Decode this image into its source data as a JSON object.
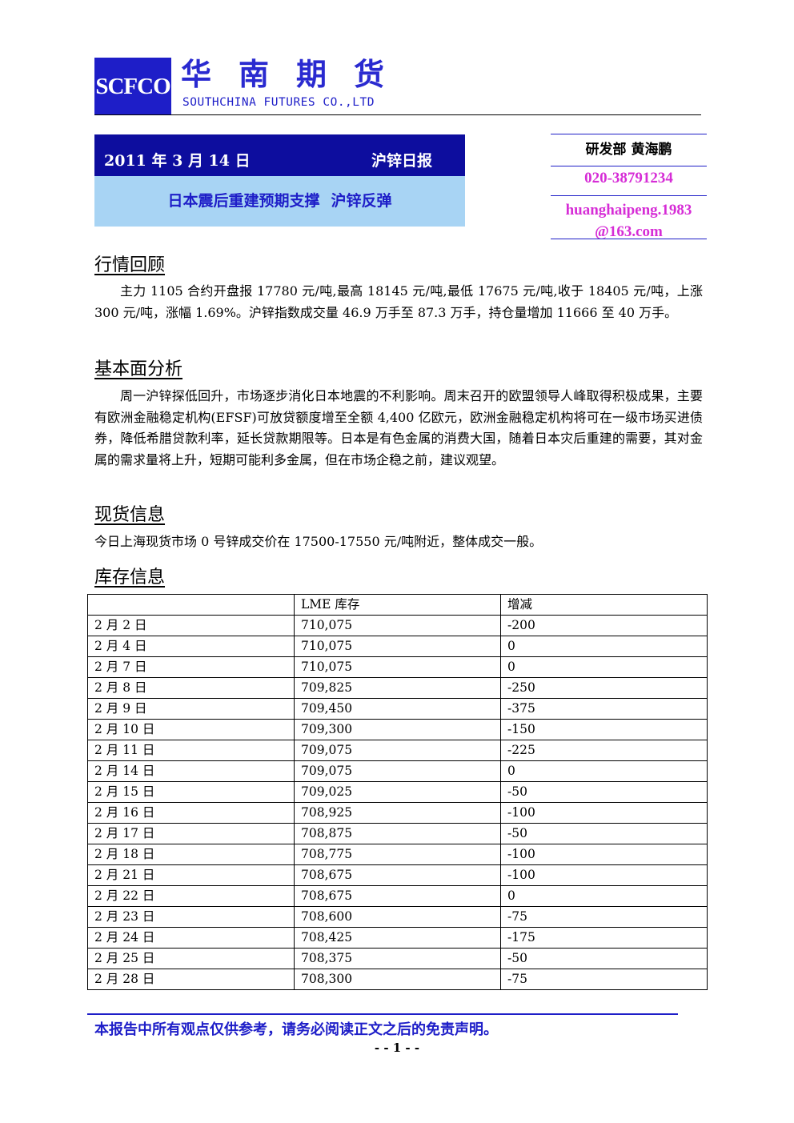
{
  "brand": {
    "logo_text": "SCFCO",
    "name_cn": "华南期货",
    "name_en": "SOUTHCHINA FUTURES CO.,LTD",
    "color_primary": "#1e1ec8",
    "color_dark": "#0d0d9e",
    "color_light": "#a8d4f4",
    "color_accent": "#d62dd6"
  },
  "report": {
    "date": "2011 年 3 月 14 日",
    "kind": "沪锌日报",
    "headline_part1": "日本震后重建预期支撑",
    "headline_part2": "沪锌反弹"
  },
  "contact": {
    "dept_name": "研发部 黄海鹏",
    "phone": "020-38791234",
    "email_line1": "huanghaipeng.1983",
    "email_line2": "@163.com"
  },
  "sections": {
    "market_review": {
      "title": "行情回顾",
      "body": "主力 1105 合约开盘报 17780 元/吨,最高 18145 元/吨,最低 17675 元/吨,收于 18405 元/吨，上涨 300 元/吨，涨幅 1.69%。沪锌指数成交量 46.9 万手至 87.3 万手，持仓量增加 11666 至 40 万手。"
    },
    "fundamentals": {
      "title": "基本面分析",
      "body": "周一沪锌探低回升，市场逐步消化日本地震的不利影响。周末召开的欧盟领导人峰取得积极成果，主要有欧洲金融稳定机构(EFSF)可放贷额度增至全额 4,400 亿欧元，欧洲金融稳定机构将可在一级市场买进债券，降低希腊贷款利率，延长贷款期限等。日本是有色金属的消费大国，随着日本灾后重建的需要，其对金属的需求量将上升，短期可能利多金属，但在市场企稳之前，建议观望。"
    },
    "spot": {
      "title": "现货信息",
      "body": "今日上海现货市场 0 号锌成交价在 17500-17550 元/吨附近，整体成交一般。"
    },
    "inventory": {
      "title": "库存信息",
      "headers": [
        "",
        "LME 库存",
        "增减"
      ],
      "rows": [
        [
          "2 月 2 日",
          "710,075",
          "-200"
        ],
        [
          "2 月 4 日",
          "710,075",
          "0"
        ],
        [
          "2 月 7 日",
          "710,075",
          "0"
        ],
        [
          "2 月 8 日",
          "709,825",
          "-250"
        ],
        [
          "2 月 9 日",
          "709,450",
          "-375"
        ],
        [
          "2 月 10 日",
          "709,300",
          "-150"
        ],
        [
          "2 月 11 日",
          "709,075",
          "-225"
        ],
        [
          "2 月 14 日",
          "709,075",
          "0"
        ],
        [
          "2 月 15 日",
          "709,025",
          "-50"
        ],
        [
          "2 月 16 日",
          "708,925",
          "-100"
        ],
        [
          "2 月 17 日",
          "708,875",
          "-50"
        ],
        [
          "2 月 18 日",
          "708,775",
          "-100"
        ],
        [
          "2 月 21 日",
          "708,675",
          "-100"
        ],
        [
          "2 月 22 日",
          "708,675",
          "0"
        ],
        [
          "2 月 23 日",
          "708,600",
          "-75"
        ],
        [
          "2 月 24 日",
          "708,425",
          "-175"
        ],
        [
          "2 月 25 日",
          "708,375",
          "-50"
        ],
        [
          "2 月 28 日",
          "708,300",
          "-75"
        ]
      ]
    }
  },
  "footer": {
    "disclaimer": "本报告中所有观点仅供参考，请务必阅读正文之后的免责声明。",
    "page_number": "- - 1 - -"
  }
}
